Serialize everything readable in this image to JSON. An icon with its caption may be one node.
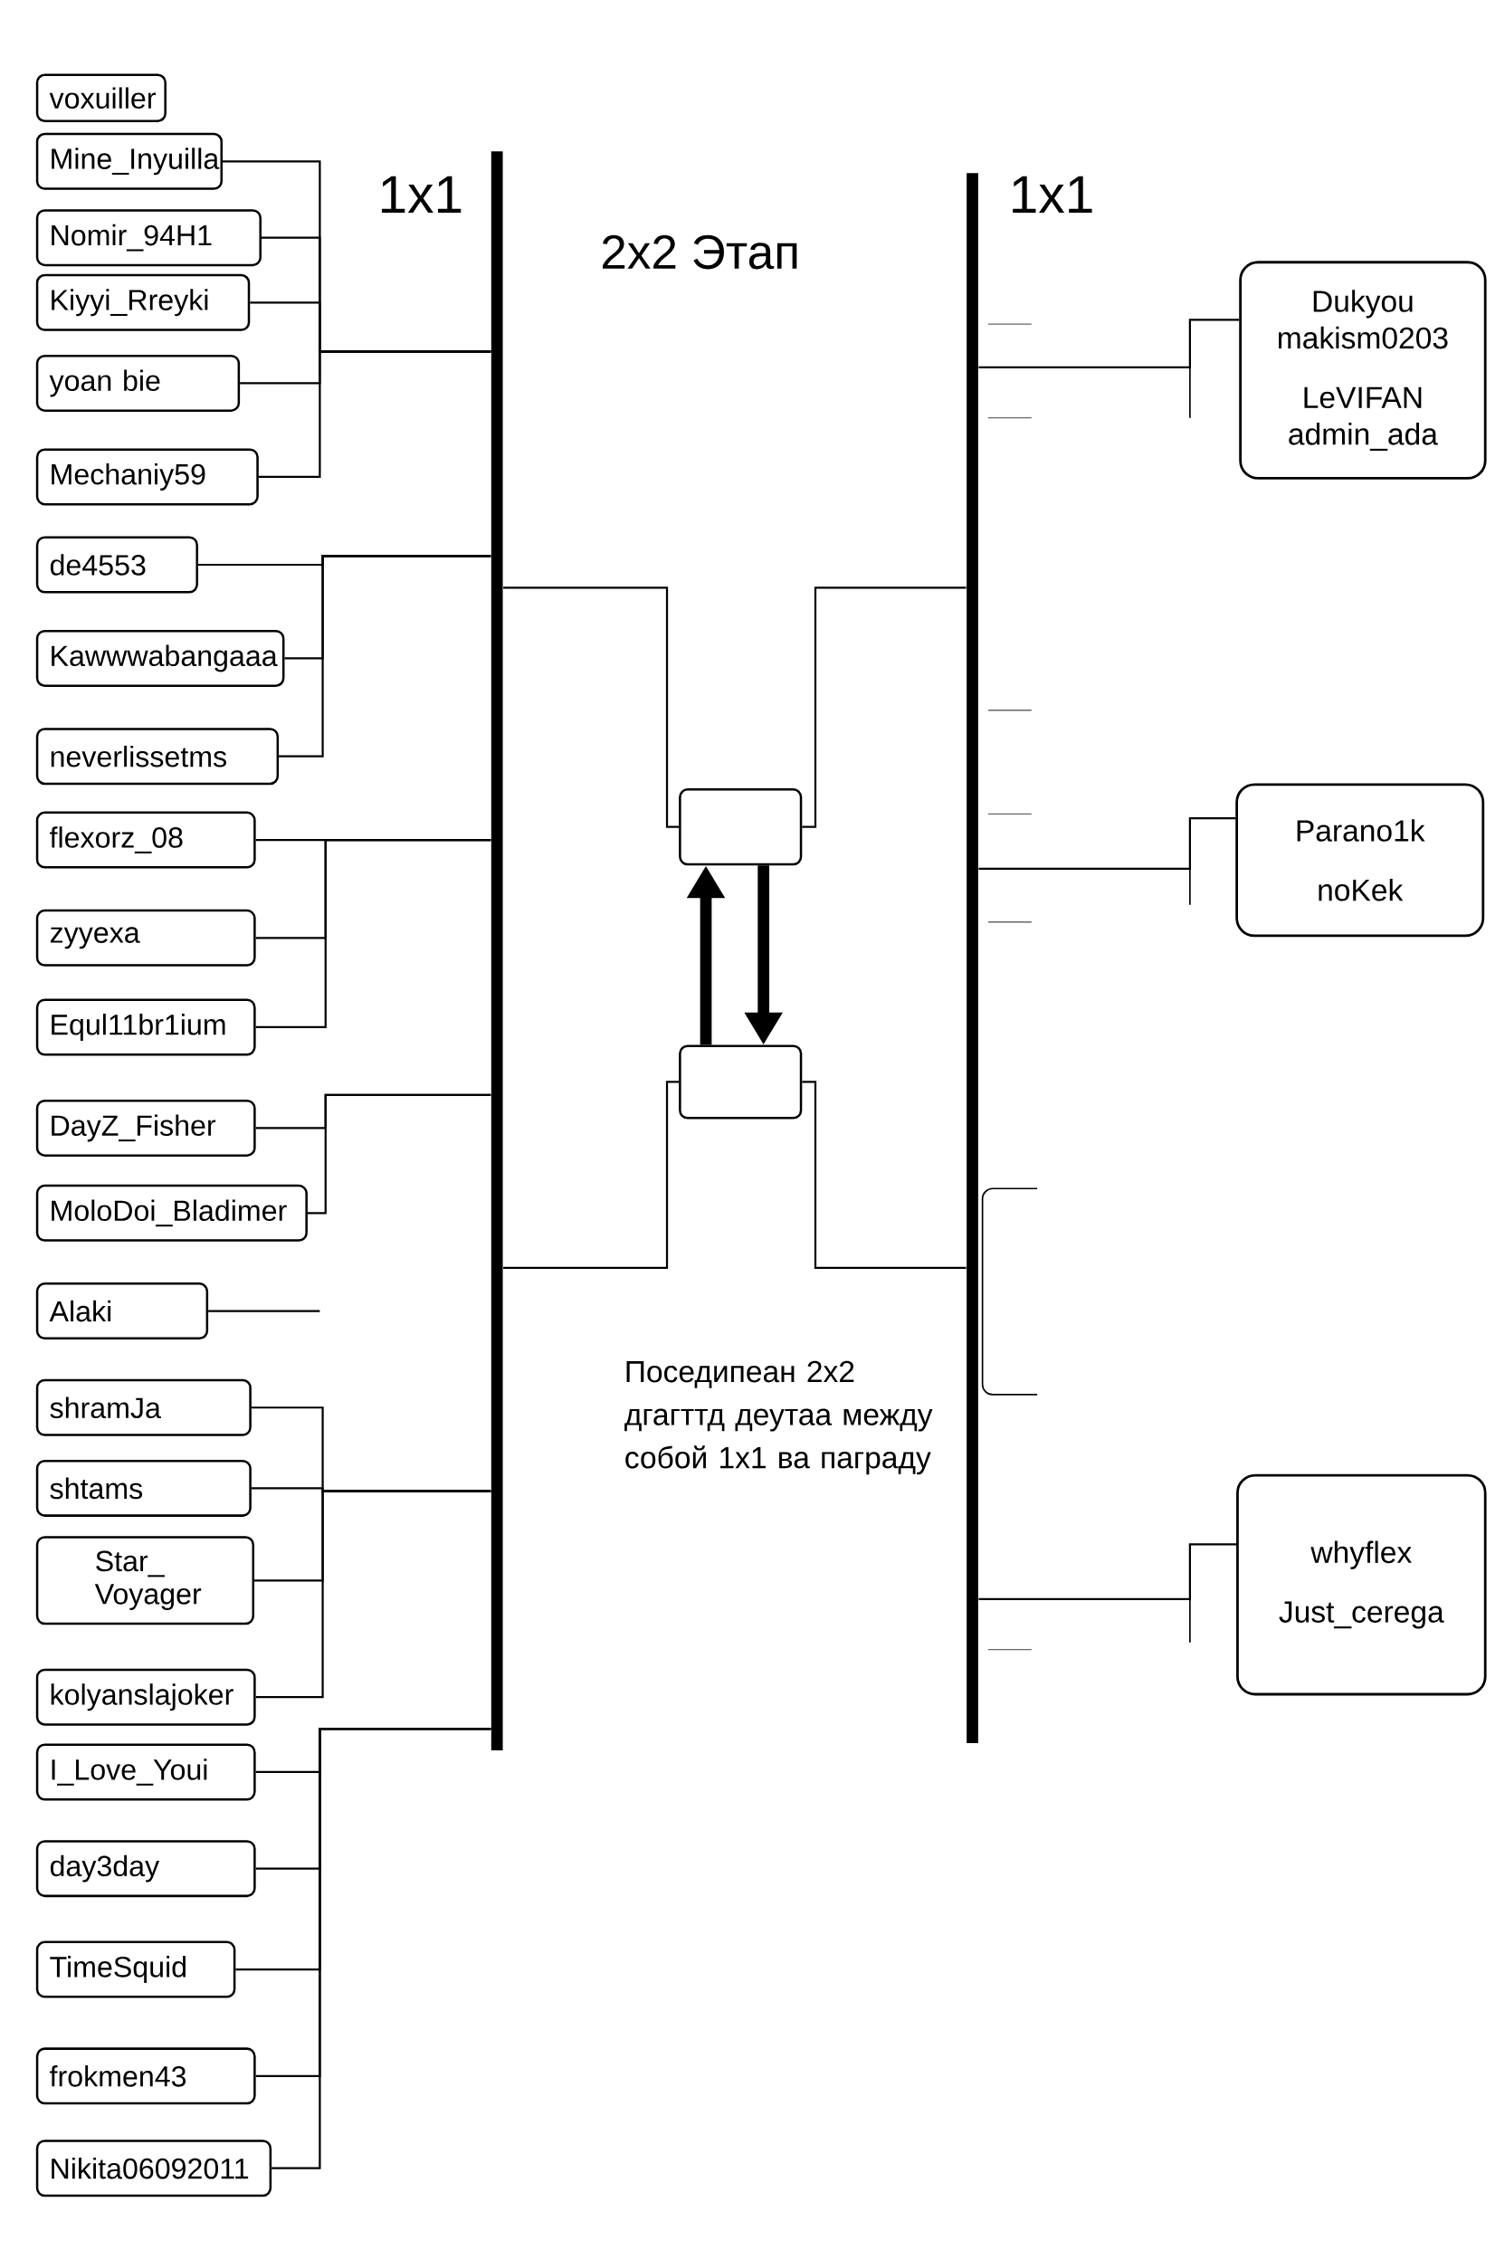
{
  "diagram": {
    "title": "2x2 Этап",
    "nodes": [
      {
        "text": [
          "voxuiller"
        ]
      },
      {
        "text": [
          "Mine_Inyuilla"
        ]
      },
      {
        "text": [
          "Nomir_94H1"
        ]
      },
      {
        "text": [
          "Kiyyi_Rreyki"
        ]
      },
      {
        "text": [
          "yoan bie"
        ]
      },
      {
        "text": [
          "Mechaniy59"
        ]
      },
      {
        "text": [
          "de4553"
        ]
      },
      {
        "text": [
          "Kawwwabangaaa"
        ]
      },
      {
        "text": [
          "neverlissetms"
        ]
      },
      {
        "text": [
          "flexorz_08"
        ]
      },
      {
        "text": [
          "zyyexa"
        ]
      },
      {
        "text": [
          "Equl11br1ium"
        ]
      },
      {
        "text": [
          "DayZ_Fisher"
        ]
      },
      {
        "text": [
          "MoloDoi_Bladimer"
        ]
      },
      {
        "text": [
          "Alaki"
        ]
      },
      {
        "text": [
          "shramJa"
        ]
      },
      {
        "text": [
          "shtams"
        ]
      },
      {
        "text": [
          "Star_ Voyager"
        ]
      },
      {
        "text": [
          "kolyanslajoker"
        ]
      },
      {
        "text": [
          "I_Love_Youi"
        ]
      },
      {
        "text": [
          "day3day"
        ]
      },
      {
        "text": [
          "TimeSquid"
        ]
      },
      {
        "text": [
          "frokmen43"
        ]
      },
      {
        "text": [
          "Nikita06092011"
        ]
      },
      {
        "text": [],
        "shape": "bar"
      },
      {
        "text": [],
        "shape": "box"
      },
      {
        "text": [],
        "shape": "box"
      },
      {
        "text": [],
        "shape": "bar"
      },
      {
        "text": [
          "Dukyou makism0203",
          "LeVIFAN admin_ada"
        ]
      },
      {
        "text": [
          "Parano1k",
          "noKek"
        ]
      },
      {
        "text": [
          "whyflex",
          "Just_cerega"
        ]
      }
    ],
    "edges": [
      {
        "from": 1,
        "to": 24,
        "arrow": "none"
      },
      {
        "from": 2,
        "to": 24,
        "arrow": "none"
      },
      {
        "from": 3,
        "to": 24,
        "arrow": "none"
      },
      {
        "from": 4,
        "to": 24,
        "arrow": "none"
      },
      {
        "from": 5,
        "to": 24,
        "arrow": "none"
      },
      {
        "from": 6,
        "to": 24,
        "arrow": "none"
      },
      {
        "from": 7,
        "to": 24,
        "arrow": "none"
      },
      {
        "from": 8,
        "to": 24,
        "arrow": "none"
      },
      {
        "from": 9,
        "to": 24,
        "arrow": "none"
      },
      {
        "from": 10,
        "to": 24,
        "arrow": "none"
      },
      {
        "from": 11,
        "to": 24,
        "arrow": "none"
      },
      {
        "from": 12,
        "to": 24,
        "arrow": "none"
      },
      {
        "from": 13,
        "to": 24,
        "arrow": "none"
      },
      {
        "from": 14,
        "to": null,
        "arrow": "none"
      },
      {
        "from": 15,
        "to": 24,
        "arrow": "none"
      },
      {
        "from": 16,
        "to": 24,
        "arrow": "none"
      },
      {
        "from": 17,
        "to": 24,
        "arrow": "none"
      },
      {
        "from": 18,
        "to": 24,
        "arrow": "none"
      },
      {
        "from": 19,
        "to": 24,
        "arrow": "none"
      },
      {
        "from": 20,
        "to": 24,
        "arrow": "none"
      },
      {
        "from": 21,
        "to": 24,
        "arrow": "none"
      },
      {
        "from": 22,
        "to": 24,
        "arrow": "none"
      },
      {
        "from": 23,
        "to": 24,
        "arrow": "none"
      },
      {
        "from": 24,
        "to": 25,
        "arrow": "none"
      },
      {
        "from": 24,
        "to": 26,
        "arrow": "none"
      },
      {
        "from": 27,
        "to": 25,
        "arrow": "none"
      },
      {
        "from": 27,
        "to": 26,
        "arrow": "none"
      },
      {
        "from": 26,
        "to": 25,
        "arrow": "to",
        "style": "thick"
      },
      {
        "from": 25,
        "to": 26,
        "arrow": "to",
        "style": "thick"
      },
      {
        "from": 27,
        "to": 28,
        "arrow": "none"
      },
      {
        "from": 27,
        "to": 29,
        "arrow": "none"
      },
      {
        "from": 27,
        "to": 30,
        "arrow": "none"
      }
    ],
    "labels": [
      "1x1",
      "1x1",
      "Поседипеан 2x2 дгагттд деутаа между собой 1x1 ва паграду"
    ]
  }
}
